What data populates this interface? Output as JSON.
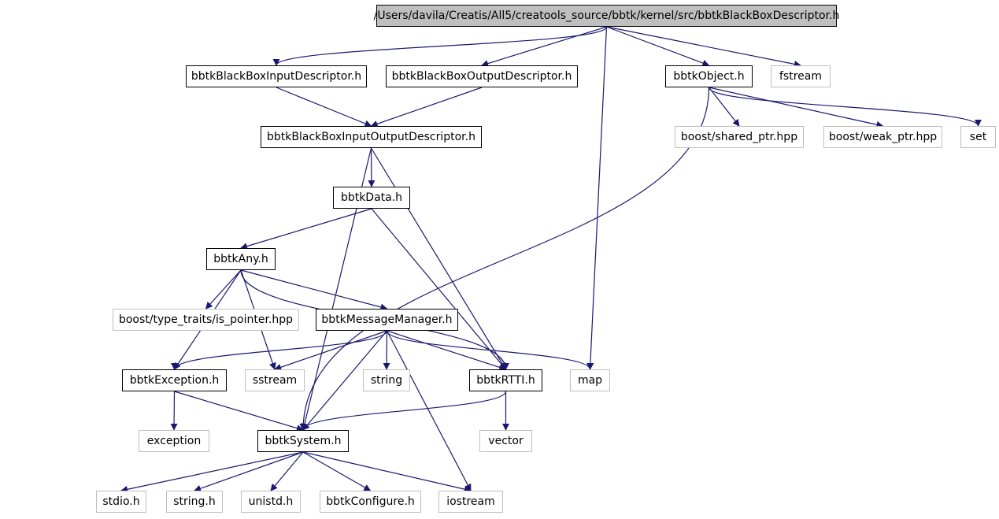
{
  "nodes": [
    {
      "id": "root",
      "label": "/Users/davila/Creatis/All5/creatools_source/bbtk/kernel/src/bbtkBlackBoxDescriptor.h",
      "kind": "root"
    },
    {
      "id": "in_desc",
      "label": "bbtkBlackBoxInputDescriptor.h",
      "kind": "doc"
    },
    {
      "id": "out_desc",
      "label": "bbtkBlackBoxOutputDescriptor.h",
      "kind": "doc"
    },
    {
      "id": "object",
      "label": "bbtkObject.h",
      "kind": "doc"
    },
    {
      "id": "fstream",
      "label": "fstream",
      "kind": "ext"
    },
    {
      "id": "io_desc",
      "label": "bbtkBlackBoxInputOutputDescriptor.h",
      "kind": "doc"
    },
    {
      "id": "shared_ptr",
      "label": "boost/shared_ptr.hpp",
      "kind": "ext"
    },
    {
      "id": "weak_ptr",
      "label": "boost/weak_ptr.hpp",
      "kind": "ext"
    },
    {
      "id": "set",
      "label": "set",
      "kind": "ext"
    },
    {
      "id": "data",
      "label": "bbtkData.h",
      "kind": "doc"
    },
    {
      "id": "any",
      "label": "bbtkAny.h",
      "kind": "doc"
    },
    {
      "id": "is_pointer",
      "label": "boost/type_traits/is_pointer.hpp",
      "kind": "ext"
    },
    {
      "id": "msgmgr",
      "label": "bbtkMessageManager.h",
      "kind": "doc"
    },
    {
      "id": "exception_h",
      "label": "bbtkException.h",
      "kind": "doc"
    },
    {
      "id": "sstream",
      "label": "sstream",
      "kind": "ext"
    },
    {
      "id": "string",
      "label": "string",
      "kind": "ext"
    },
    {
      "id": "rtti",
      "label": "bbtkRTTI.h",
      "kind": "doc"
    },
    {
      "id": "map",
      "label": "map",
      "kind": "ext"
    },
    {
      "id": "exception",
      "label": "exception",
      "kind": "ext"
    },
    {
      "id": "system",
      "label": "bbtkSystem.h",
      "kind": "doc"
    },
    {
      "id": "vector",
      "label": "vector",
      "kind": "ext"
    },
    {
      "id": "stdio",
      "label": "stdio.h",
      "kind": "ext"
    },
    {
      "id": "string_h",
      "label": "string.h",
      "kind": "ext"
    },
    {
      "id": "unistd",
      "label": "unistd.h",
      "kind": "ext"
    },
    {
      "id": "configure",
      "label": "bbtkConfigure.h",
      "kind": "ext"
    },
    {
      "id": "iostream",
      "label": "iostream",
      "kind": "ext"
    }
  ],
  "edges": [
    [
      "root",
      "in_desc"
    ],
    [
      "root",
      "out_desc"
    ],
    [
      "root",
      "map"
    ],
    [
      "root",
      "object"
    ],
    [
      "root",
      "fstream"
    ],
    [
      "in_desc",
      "io_desc"
    ],
    [
      "out_desc",
      "io_desc"
    ],
    [
      "io_desc",
      "data"
    ],
    [
      "io_desc",
      "rtti"
    ],
    [
      "io_desc",
      "system"
    ],
    [
      "data",
      "any"
    ],
    [
      "data",
      "rtti"
    ],
    [
      "any",
      "is_pointer"
    ],
    [
      "any",
      "msgmgr"
    ],
    [
      "any",
      "rtti"
    ],
    [
      "any",
      "exception_h"
    ],
    [
      "any",
      "sstream"
    ],
    [
      "msgmgr",
      "exception_h"
    ],
    [
      "msgmgr",
      "sstream"
    ],
    [
      "msgmgr",
      "string"
    ],
    [
      "msgmgr",
      "rtti"
    ],
    [
      "msgmgr",
      "map"
    ],
    [
      "msgmgr",
      "system"
    ],
    [
      "msgmgr",
      "iostream"
    ],
    [
      "exception_h",
      "exception"
    ],
    [
      "exception_h",
      "system"
    ],
    [
      "rtti",
      "vector"
    ],
    [
      "rtti",
      "system"
    ],
    [
      "object",
      "shared_ptr"
    ],
    [
      "object",
      "weak_ptr"
    ],
    [
      "object",
      "set"
    ],
    [
      "object",
      "system"
    ],
    [
      "system",
      "stdio"
    ],
    [
      "system",
      "string_h"
    ],
    [
      "system",
      "unistd"
    ],
    [
      "system",
      "configure"
    ],
    [
      "system",
      "iostream"
    ]
  ],
  "colors": {
    "edge": "#191970",
    "doc_border": "#000000",
    "ext_border": "#bfbfbf",
    "root_fill": "#bfbfbf"
  }
}
